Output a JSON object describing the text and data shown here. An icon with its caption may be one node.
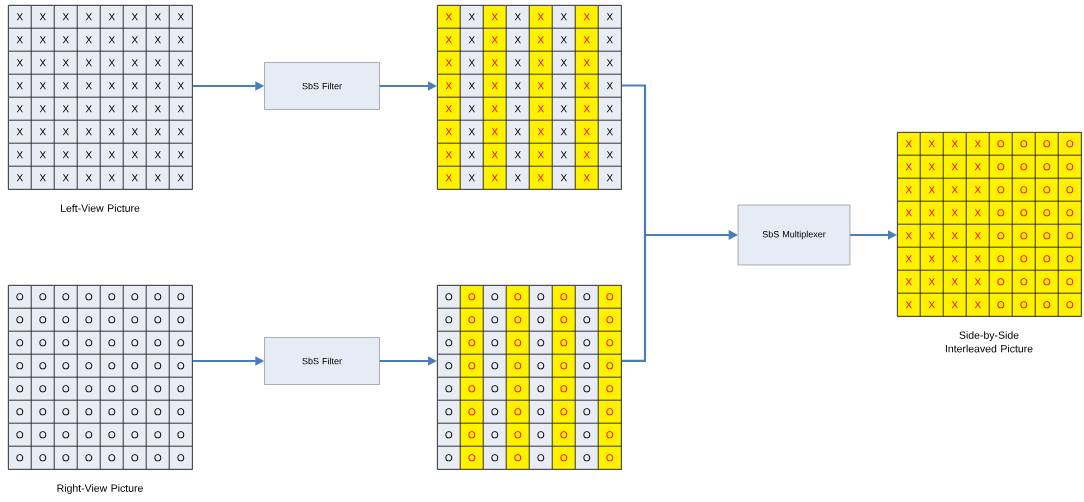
{
  "diagram": {
    "nodes": [
      {
        "text": [
          "Left-View Picture"
        ]
      },
      {
        "text": [
          "SbS Filter"
        ]
      },
      {
        "text": [],
        "shape": "box"
      },
      {
        "text": [
          "Right-View Picture"
        ]
      },
      {
        "text": [
          "SbS Filter"
        ]
      },
      {
        "text": [],
        "shape": "box"
      },
      {
        "text": [
          "SbS Multiplexer"
        ]
      },
      {
        "text": [
          "Side-by-Side Interleaved Picture"
        ]
      }
    ],
    "edges": [
      {
        "from": 0,
        "to": 1,
        "arrow": "to"
      },
      {
        "from": 1,
        "to": 2,
        "arrow": "to"
      },
      {
        "from": 3,
        "to": 4,
        "arrow": "to"
      },
      {
        "from": 4,
        "to": 5,
        "arrow": "to"
      },
      {
        "from": 2,
        "to": 6,
        "arrow": "to"
      },
      {
        "from": 5,
        "to": 6,
        "arrow": "to"
      },
      {
        "from": 6,
        "to": 7,
        "arrow": "to"
      }
    ],
    "labels": [
      "X",
      "X",
      "X",
      "X",
      "X",
      "X",
      "X",
      "X",
      "X",
      "X",
      "X",
      "X",
      "X",
      "X",
      "X",
      "X",
      "X",
      "X",
      "X",
      "X",
      "X",
      "X",
      "X",
      "X",
      "X",
      "X",
      "X",
      "X",
      "X",
      "X",
      "X",
      "X",
      "X",
      "X",
      "X",
      "X",
      "X",
      "X",
      "X",
      "X",
      "X",
      "X",
      "X",
      "X",
      "X",
      "X",
      "X",
      "X",
      "X",
      "X",
      "X",
      "X",
      "X",
      "X",
      "X",
      "X",
      "X",
      "X",
      "X",
      "X",
      "X",
      "X",
      "X",
      "X",
      "X",
      "X",
      "X",
      "X",
      "X",
      "X",
      "X",
      "X",
      "X",
      "X",
      "X",
      "X",
      "X",
      "X",
      "X",
      "X",
      "X",
      "X",
      "X",
      "X",
      "X",
      "X",
      "X",
      "X",
      "X",
      "X",
      "X",
      "X",
      "X",
      "X",
      "X",
      "X",
      "X",
      "X",
      "X",
      "X",
      "X",
      "X",
      "X",
      "X",
      "X",
      "X",
      "X",
      "X",
      "X",
      "X",
      "X",
      "X",
      "X",
      "X",
      "X",
      "X",
      "X",
      "X",
      "X",
      "X",
      "X",
      "X",
      "X",
      "X",
      "X",
      "X",
      "X",
      "X",
      "X",
      "X",
      "X",
      "X",
      "O",
      "O",
      "O",
      "O",
      "X",
      "X",
      "X",
      "X",
      "O",
      "O",
      "O",
      "O",
      "X",
      "X",
      "X",
      "X",
      "O",
      "O",
      "O",
      "O",
      "X",
      "X",
      "X",
      "X",
      "O",
      "O",
      "O",
      "O",
      "X",
      "X",
      "X",
      "X",
      "O",
      "O",
      "O",
      "O",
      "X",
      "X",
      "X",
      "X",
      "O",
      "O",
      "O",
      "O",
      "X",
      "X",
      "X",
      "X",
      "O",
      "O",
      "O",
      "O",
      "X",
      "X",
      "X",
      "X",
      "O",
      "O",
      "O",
      "O",
      "O",
      "O",
      "O",
      "O",
      "O",
      "O",
      "O",
      "O",
      "O",
      "O",
      "O",
      "O",
      "O",
      "O",
      "O",
      "O",
      "O",
      "O",
      "O",
      "O",
      "O",
      "O",
      "O",
      "O",
      "O",
      "O",
      "O",
      "O",
      "O",
      "O",
      "O",
      "O",
      "O",
      "O",
      "O",
      "O",
      "O",
      "O",
      "O",
      "O",
      "O",
      "O",
      "O",
      "O",
      "O",
      "O",
      "O",
      "O",
      "O",
      "O",
      "O",
      "O",
      "O",
      "O",
      "O",
      "O",
      "O",
      "O",
      "O",
      "O",
      "O",
      "O",
      "O",
      "O",
      "O",
      "O",
      "O",
      "O",
      "O",
      "O",
      "O",
      "O",
      "O",
      "O",
      "O",
      "O",
      "O",
      "O",
      "O",
      "O",
      "O",
      "O",
      "O",
      "O",
      "O",
      "O",
      "O",
      "O",
      "O",
      "O",
      "O",
      "O",
      "O",
      "O",
      "O",
      "O",
      "O",
      "O",
      "O",
      "O",
      "O",
      "O",
      "O",
      "O",
      "O",
      "O",
      "O",
      "O",
      "O",
      "O",
      "O",
      "O",
      "O",
      "O",
      "O",
      "O",
      "O",
      "O",
      "O",
      "O",
      "O",
      "O",
      "O",
      "O",
      "O",
      "O",
      "O",
      "O"
    ]
  }
}
